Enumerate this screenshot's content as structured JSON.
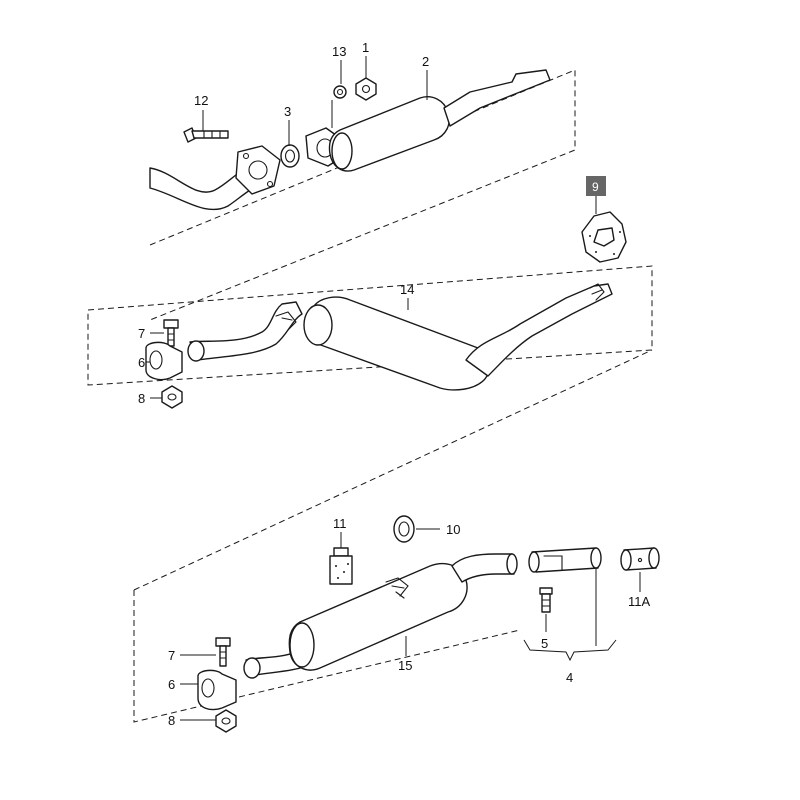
{
  "callouts": {
    "c1": "1",
    "c2": "2",
    "c3": "3",
    "c4": "4",
    "c5": "5",
    "c6_mid": "6",
    "c7_mid": "7",
    "c8_mid": "8",
    "c6_bot": "6",
    "c7_bot": "7",
    "c8_bot": "8",
    "c9": "9",
    "c10": "10",
    "c11": "11",
    "c11a": "11A",
    "c12": "12",
    "c13": "13",
    "c14": "14",
    "c15": "15"
  },
  "colors": {
    "line": "#1a1a1a",
    "highlight": "#666666",
    "background": "#ffffff"
  }
}
